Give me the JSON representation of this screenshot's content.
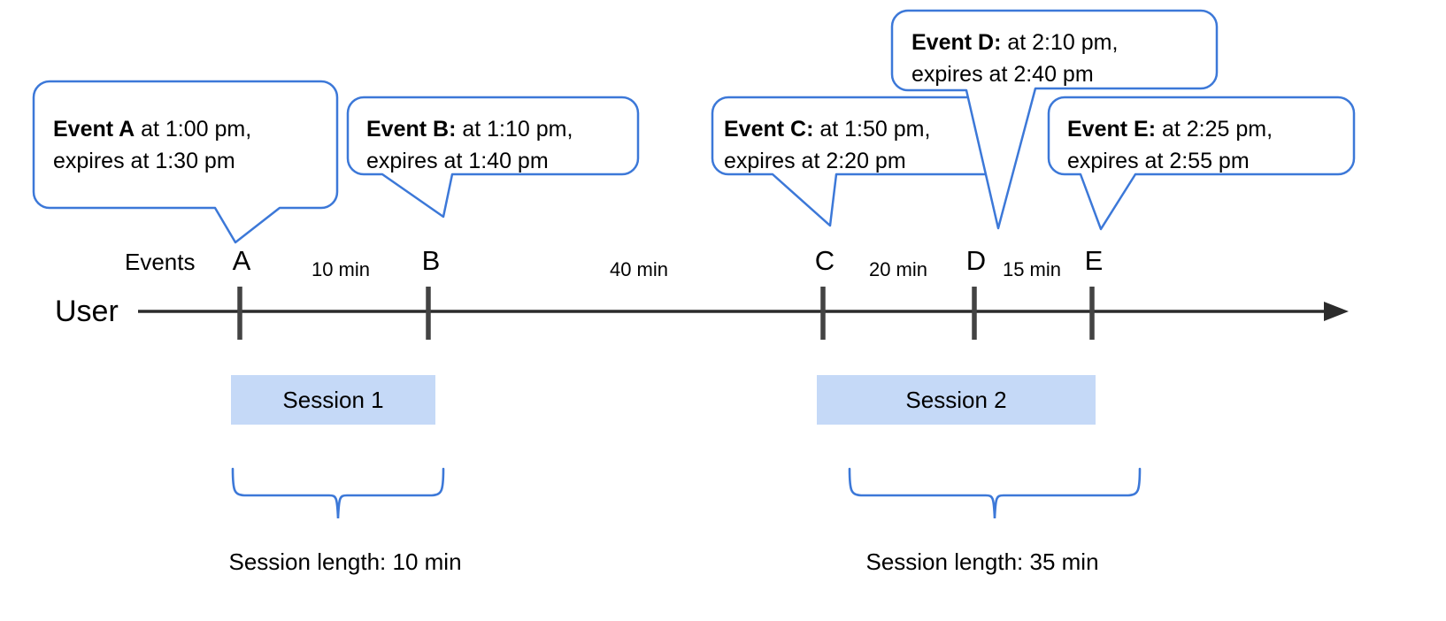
{
  "diagram": {
    "title_axis_label": "User",
    "events_row_label": "Events",
    "accent_color": "#3c78d8",
    "session_fill_color": "#c5d9f7",
    "tick_color": "#434343",
    "axis_color": "#2b2b2b"
  },
  "callouts": [
    {
      "id": "A",
      "name_bold": "Event A",
      "separator": ":",
      "line1_rest": " at 1:00 pm,",
      "line2": "expires at 1:30 pm",
      "event_time": "1:00 pm",
      "expires_time": "1:30 pm"
    },
    {
      "id": "B",
      "name_bold": "Event B:",
      "separator": "",
      "line1_rest": " at 1:10 pm,",
      "line2": "expires at 1:40 pm",
      "event_time": "1:10 pm",
      "expires_time": "1:40 pm"
    },
    {
      "id": "C",
      "name_bold": "Event C:",
      "separator": "",
      "line1_rest": " at 1:50 pm,",
      "line2": "expires at 2:20 pm",
      "event_time": "1:50 pm",
      "expires_time": "2:20 pm"
    },
    {
      "id": "D",
      "name_bold": "Event D:",
      "separator": "",
      "line1_rest": " at 2:10 pm,",
      "line2": "expires at 2:40 pm",
      "event_time": "2:10 pm",
      "expires_time": "2:40 pm"
    },
    {
      "id": "E",
      "name_bold": "Event E:",
      "separator": "",
      "line1_rest": " at 2:25 pm,",
      "line2": "expires at 2:55 pm",
      "event_time": "2:25 pm",
      "expires_time": "2:55 pm"
    }
  ],
  "timeline": {
    "ticks": [
      {
        "letter": "A"
      },
      {
        "letter": "B"
      },
      {
        "letter": "C"
      },
      {
        "letter": "D"
      },
      {
        "letter": "E"
      }
    ],
    "gaps": [
      {
        "label": "10 min"
      },
      {
        "label": "40 min"
      },
      {
        "label": "20 min"
      },
      {
        "label": "15 min"
      }
    ]
  },
  "sessions": [
    {
      "label": "Session 1",
      "length_label": "Session length: 10 min"
    },
    {
      "label": "Session 2",
      "length_label": "Session length: 35 min"
    }
  ]
}
